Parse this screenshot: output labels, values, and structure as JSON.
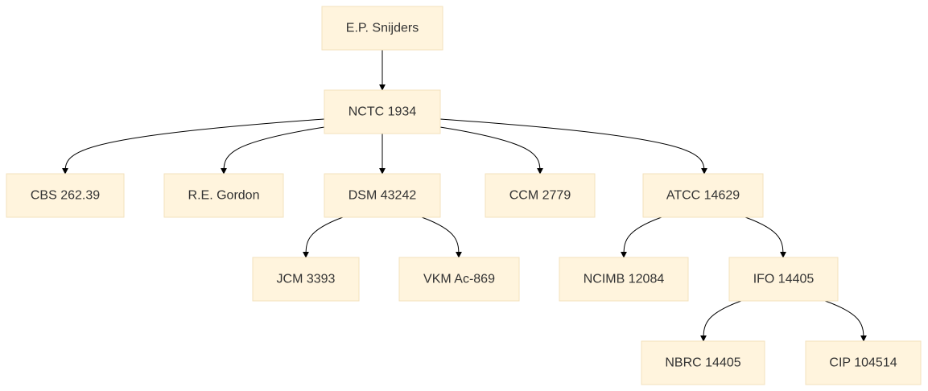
{
  "diagram": {
    "nodes": [
      {
        "id": "snijders",
        "label": "E.P. Snijders"
      },
      {
        "id": "nctc",
        "label": "NCTC 1934"
      },
      {
        "id": "cbs",
        "label": "CBS 262.39"
      },
      {
        "id": "gordon",
        "label": "R.E. Gordon"
      },
      {
        "id": "dsm",
        "label": "DSM 43242"
      },
      {
        "id": "ccm",
        "label": "CCM 2779"
      },
      {
        "id": "atcc",
        "label": "ATCC 14629"
      },
      {
        "id": "jcm",
        "label": "JCM 3393"
      },
      {
        "id": "vkm",
        "label": "VKM Ac-869"
      },
      {
        "id": "ncimb",
        "label": "NCIMB 12084"
      },
      {
        "id": "ifo",
        "label": "IFO 14405"
      },
      {
        "id": "nbrc",
        "label": "NBRC 14405"
      },
      {
        "id": "cip",
        "label": "CIP 104514"
      }
    ],
    "edges": [
      {
        "from": "snijders",
        "to": "nctc"
      },
      {
        "from": "nctc",
        "to": "cbs"
      },
      {
        "from": "nctc",
        "to": "gordon"
      },
      {
        "from": "nctc",
        "to": "dsm"
      },
      {
        "from": "nctc",
        "to": "ccm"
      },
      {
        "from": "nctc",
        "to": "atcc"
      },
      {
        "from": "dsm",
        "to": "jcm"
      },
      {
        "from": "dsm",
        "to": "vkm"
      },
      {
        "from": "atcc",
        "to": "ncimb"
      },
      {
        "from": "atcc",
        "to": "ifo"
      },
      {
        "from": "ifo",
        "to": "nbrc"
      },
      {
        "from": "ifo",
        "to": "cip"
      }
    ]
  }
}
